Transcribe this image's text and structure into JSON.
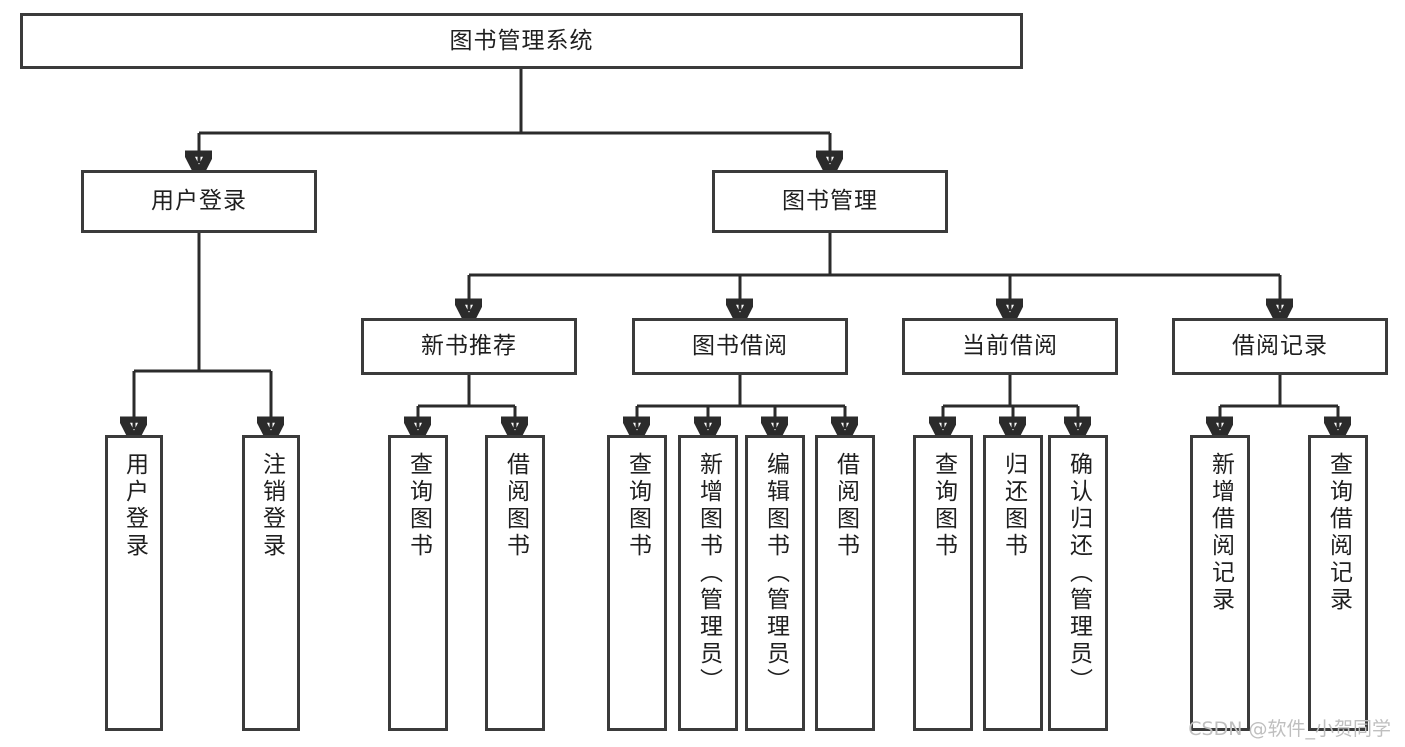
{
  "diagram": {
    "type": "hierarchy-tree",
    "title": "图书管理系统",
    "root": {
      "label": "图书管理系统"
    },
    "level2": [
      {
        "id": "user-login",
        "label": "用户登录"
      },
      {
        "id": "book-management",
        "label": "图书管理"
      }
    ],
    "level3": [
      {
        "id": "new-book-recommend",
        "label": "新书推荐",
        "parent": "book-management"
      },
      {
        "id": "book-borrow",
        "label": "图书借阅",
        "parent": "book-management"
      },
      {
        "id": "current-borrow",
        "label": "当前借阅",
        "parent": "book-management"
      },
      {
        "id": "borrow-record",
        "label": "借阅记录",
        "parent": "book-management"
      }
    ],
    "leaves": [
      {
        "id": "leaf-user-login",
        "label": "用户登录",
        "parent": "user-login"
      },
      {
        "id": "leaf-logout-login",
        "label": "注销登录",
        "parent": "user-login"
      },
      {
        "id": "leaf-query-book-1",
        "label": "查询图书",
        "parent": "new-book-recommend"
      },
      {
        "id": "leaf-borrow-book-1",
        "label": "借阅图书",
        "parent": "new-book-recommend"
      },
      {
        "id": "leaf-query-book-2",
        "label": "查询图书",
        "parent": "book-borrow"
      },
      {
        "id": "leaf-add-book",
        "label": "新增图书（管理员）",
        "parent": "book-borrow"
      },
      {
        "id": "leaf-edit-book",
        "label": "编辑图书（管理员）",
        "parent": "book-borrow"
      },
      {
        "id": "leaf-borrow-book-2",
        "label": "借阅图书",
        "parent": "book-borrow"
      },
      {
        "id": "leaf-query-book-3",
        "label": "查询图书",
        "parent": "current-borrow"
      },
      {
        "id": "leaf-return-book",
        "label": "归还图书",
        "parent": "current-borrow"
      },
      {
        "id": "leaf-confirm-return",
        "label": "确认归还（管理员）",
        "parent": "current-borrow"
      },
      {
        "id": "leaf-add-record",
        "label": "新增借阅记录",
        "parent": "borrow-record"
      },
      {
        "id": "leaf-query-record",
        "label": "查询借阅记录",
        "parent": "borrow-record"
      }
    ],
    "watermark": "CSDN @软件_小贺同学",
    "colors": {
      "box_border": "#3b3b3b",
      "connector": "#2b2b2b",
      "background": "#ffffff",
      "text": "#1f1f1f",
      "watermark": "#bfbfbf"
    }
  }
}
